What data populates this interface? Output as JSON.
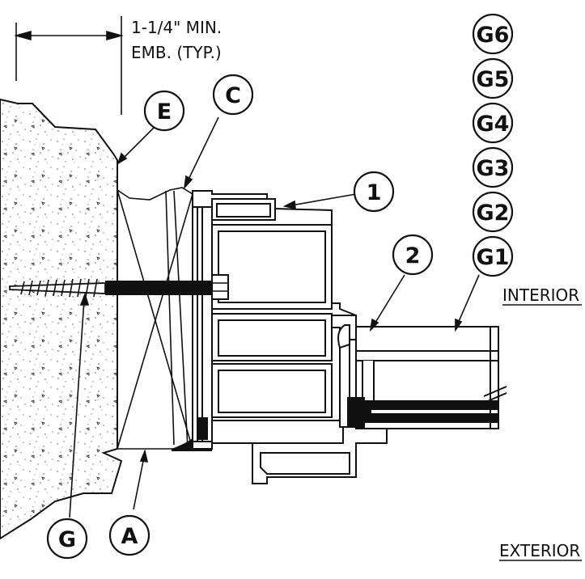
{
  "dimension": {
    "line1": "1-1/4\" MIN.",
    "line2": "EMB. (TYP.)"
  },
  "callouts": {
    "g6": "G6",
    "g5": "G5",
    "g4": "G4",
    "g3": "G3",
    "g2": "G2",
    "g1": "G1",
    "e": "E",
    "c": "C",
    "one": "1",
    "two": "2",
    "g": "G",
    "a": "A"
  },
  "side_labels": {
    "interior": "INTERIOR",
    "exterior": "EXTERIOR"
  },
  "colors": {
    "ink": "#111111",
    "paper": "#ffffff"
  }
}
